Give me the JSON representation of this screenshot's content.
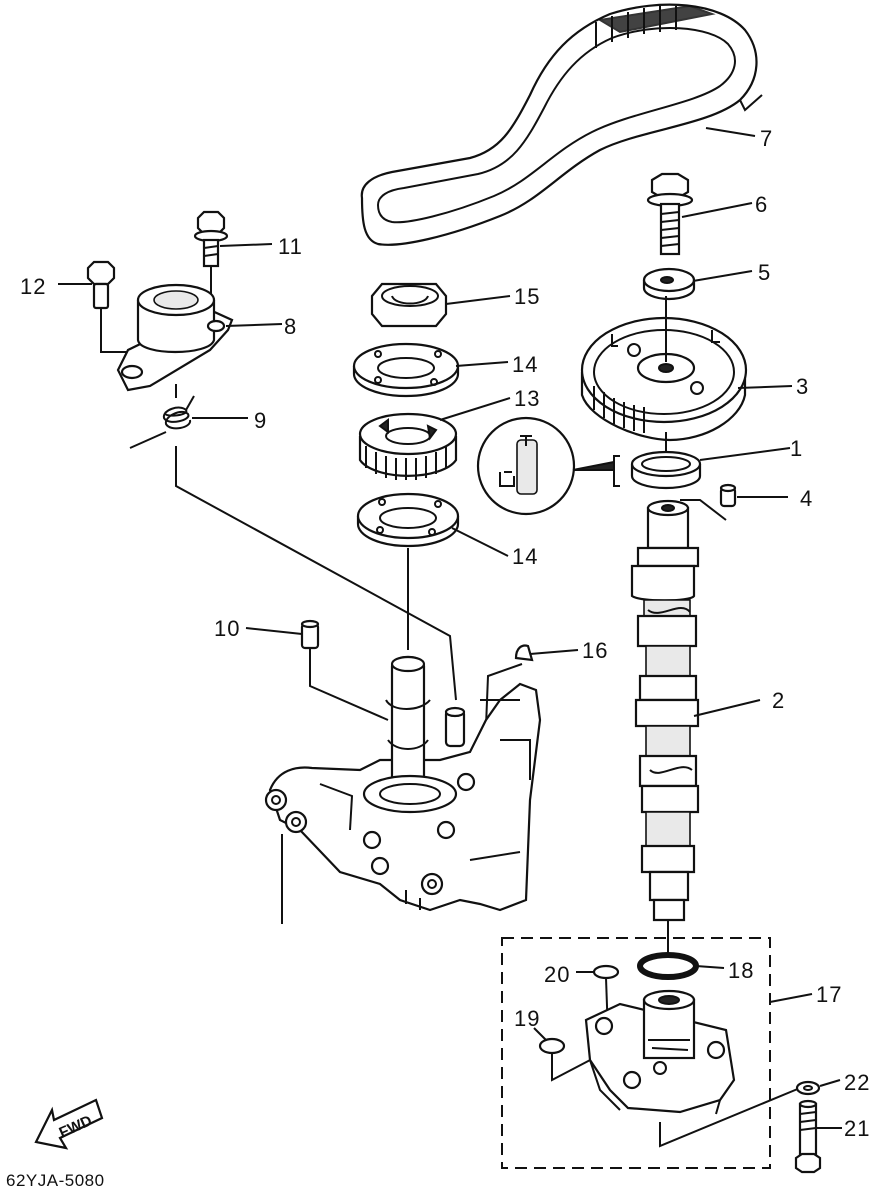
{
  "diagram": {
    "drawing_code": "62YJA-5080",
    "direction_label": "FWD",
    "callouts": [
      {
        "id": "c1",
        "text": "1"
      },
      {
        "id": "c2",
        "text": "2"
      },
      {
        "id": "c3",
        "text": "3"
      },
      {
        "id": "c4",
        "text": "4"
      },
      {
        "id": "c5",
        "text": "5"
      },
      {
        "id": "c6",
        "text": "6"
      },
      {
        "id": "c7",
        "text": "7"
      },
      {
        "id": "c8",
        "text": "8"
      },
      {
        "id": "c9",
        "text": "9"
      },
      {
        "id": "c10",
        "text": "10"
      },
      {
        "id": "c11",
        "text": "11"
      },
      {
        "id": "c12",
        "text": "12"
      },
      {
        "id": "c13",
        "text": "13"
      },
      {
        "id": "c14a",
        "text": "14"
      },
      {
        "id": "c14b",
        "text": "14"
      },
      {
        "id": "c15",
        "text": "15"
      },
      {
        "id": "c16",
        "text": "16"
      },
      {
        "id": "c17",
        "text": "17"
      },
      {
        "id": "c18",
        "text": "18"
      },
      {
        "id": "c19",
        "text": "19"
      },
      {
        "id": "c20",
        "text": "20"
      },
      {
        "id": "c21",
        "text": "21"
      },
      {
        "id": "c22",
        "text": "22"
      }
    ]
  }
}
